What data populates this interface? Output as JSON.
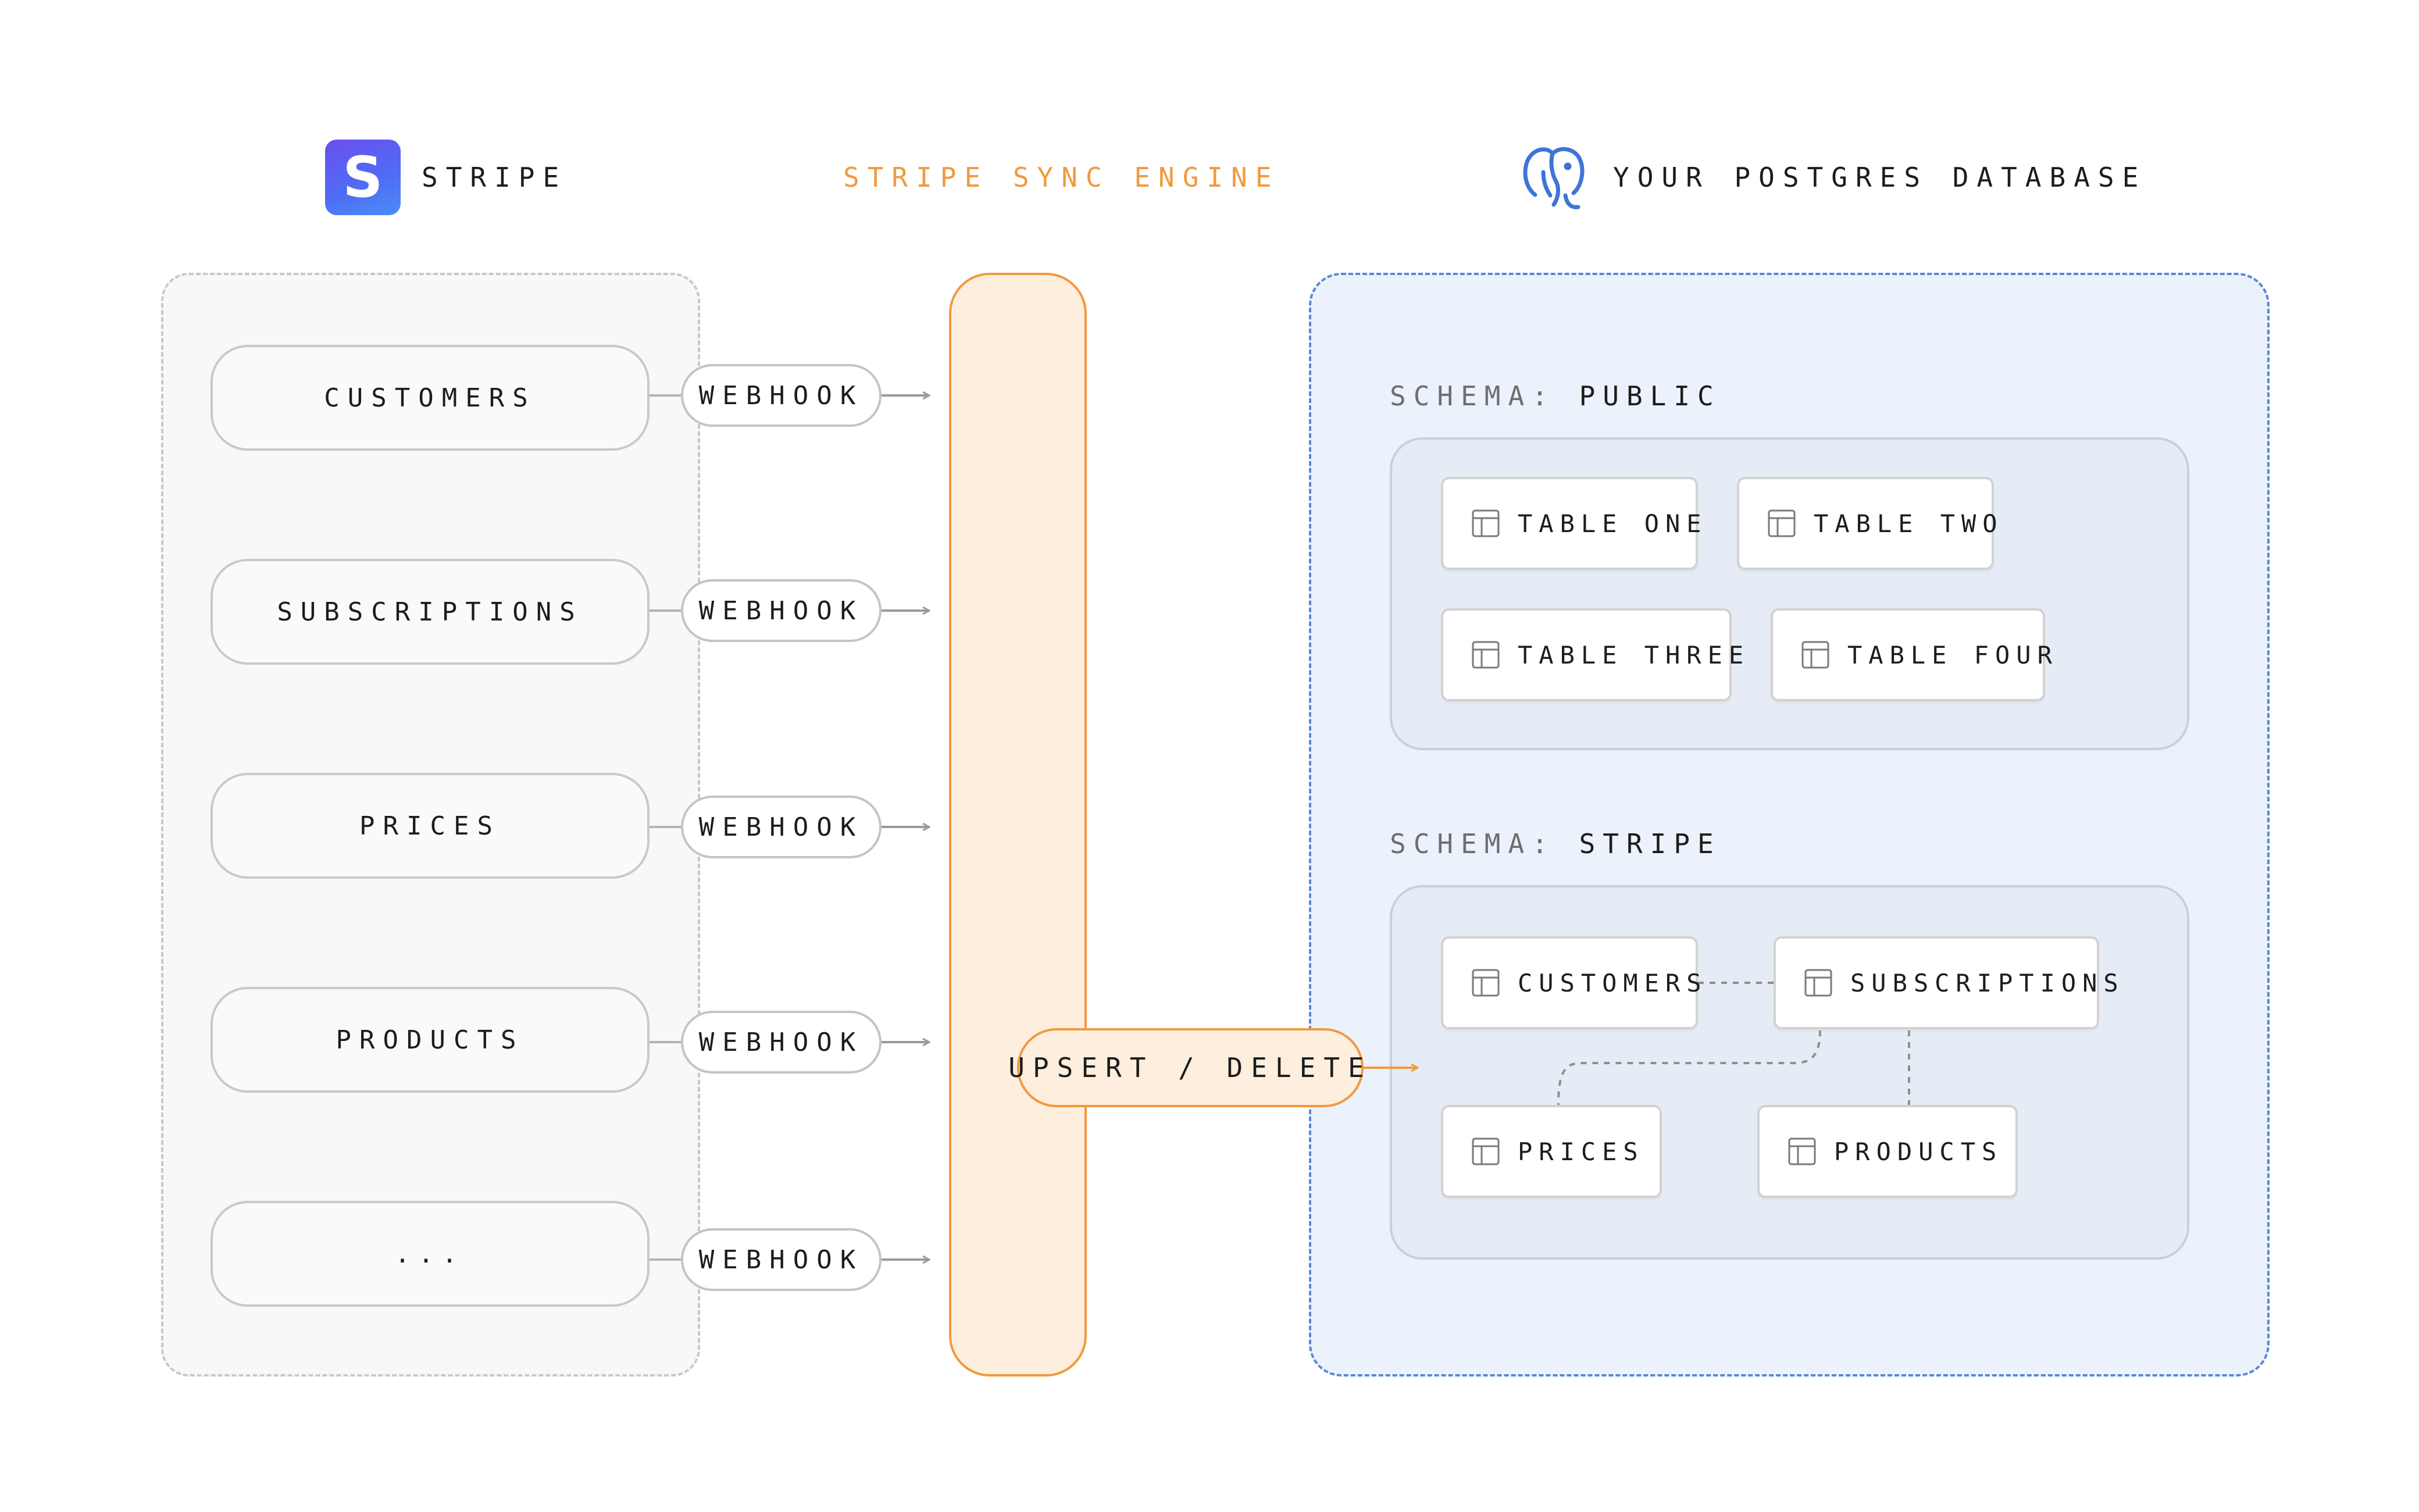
{
  "headers": {
    "stripe": "STRIPE",
    "engine": "STRIPE SYNC ENGINE",
    "postgres": "YOUR POSTGRES DATABASE",
    "stripe_logo_letter": "S"
  },
  "stripe_objects": [
    "CUSTOMERS",
    "SUBSCRIPTIONS",
    "PRICES",
    "PRODUCTS",
    "..."
  ],
  "webhook_label": "WEBHOOK",
  "engine_action": "UPSERT / DELETE",
  "schemas": [
    {
      "prefix": "SCHEMA:",
      "name": "PUBLIC",
      "tables": [
        "TABLE ONE",
        "TABLE TWO",
        "TABLE THREE",
        "TABLE FOUR"
      ]
    },
    {
      "prefix": "SCHEMA:",
      "name": "STRIPE",
      "tables": [
        "CUSTOMERS",
        "SUBSCRIPTIONS",
        "PRICES",
        "PRODUCTS"
      ]
    }
  ],
  "colors": {
    "engine_accent": "#f09a3e",
    "postgres_accent": "#3f74d6",
    "stripe_brand": "#635bff"
  },
  "icons": {
    "stripe": "stripe-logo-icon",
    "postgres": "postgres-elephant-icon",
    "table": "table-grid-icon"
  }
}
